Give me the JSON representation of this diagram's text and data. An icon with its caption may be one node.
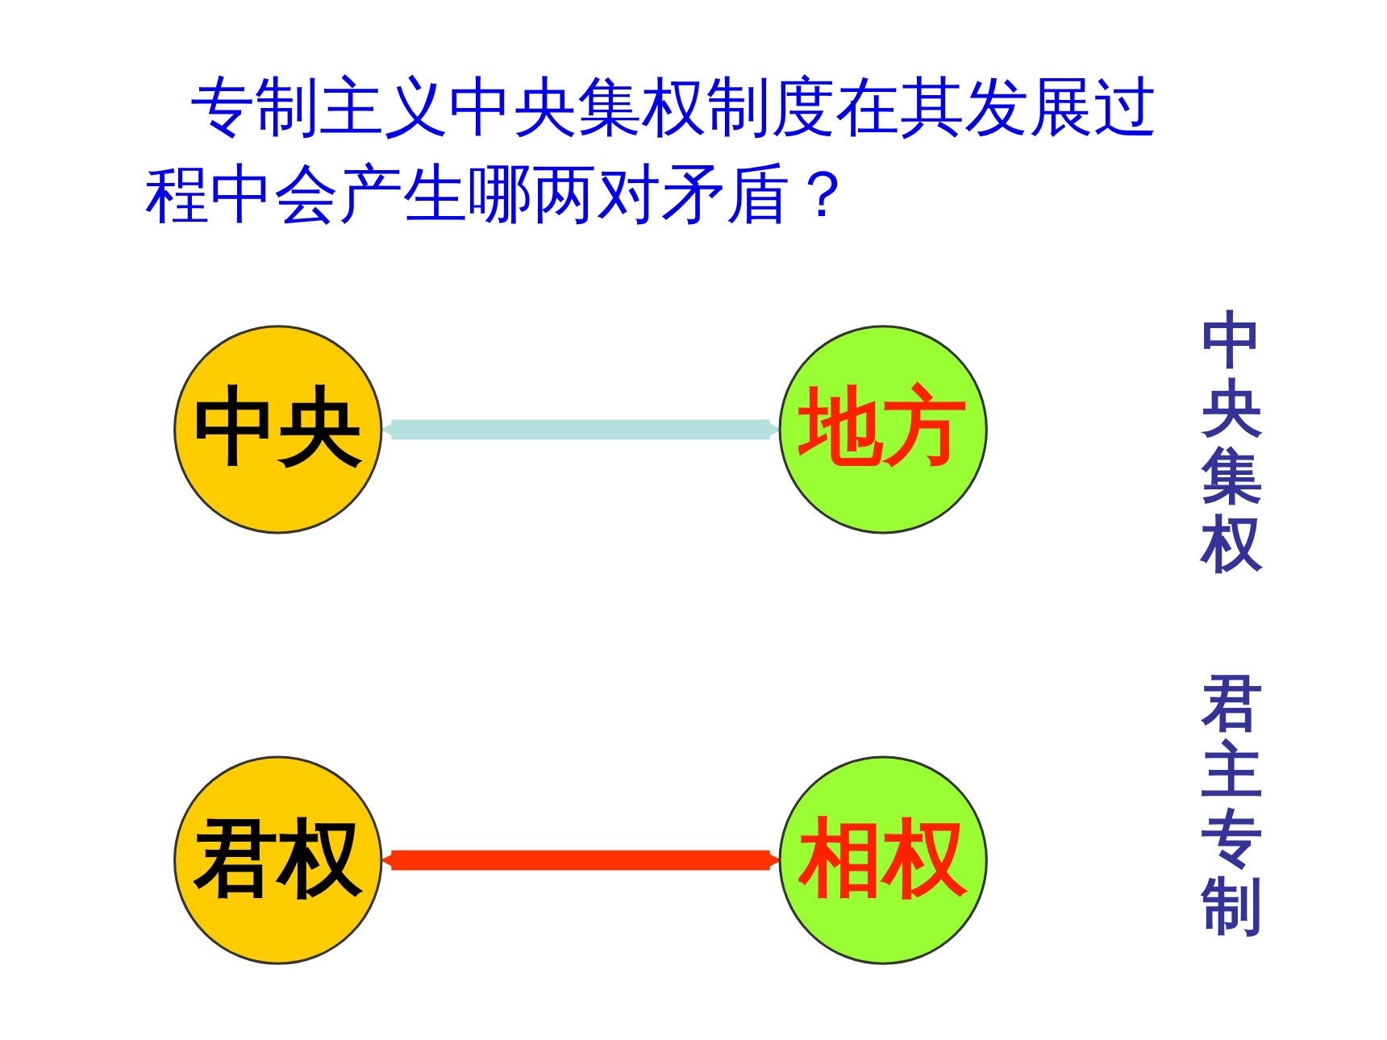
{
  "diagram": {
    "title": "专制主义中央集权制度在其发展过程中会产生哪两对矛盾？",
    "nodes": [
      {
        "text": [
          "中央"
        ]
      },
      {
        "text": [
          "地方"
        ]
      },
      {
        "text": [
          "君权"
        ]
      },
      {
        "text": [
          "相权"
        ]
      }
    ],
    "edges": [
      {
        "from": 0,
        "to": 1,
        "arrow": "both",
        "color": "#b4e0e0"
      },
      {
        "from": 2,
        "to": 3,
        "arrow": "both",
        "color": "#ff3300"
      }
    ],
    "labels": [
      "中央集权",
      "君主专制"
    ]
  }
}
